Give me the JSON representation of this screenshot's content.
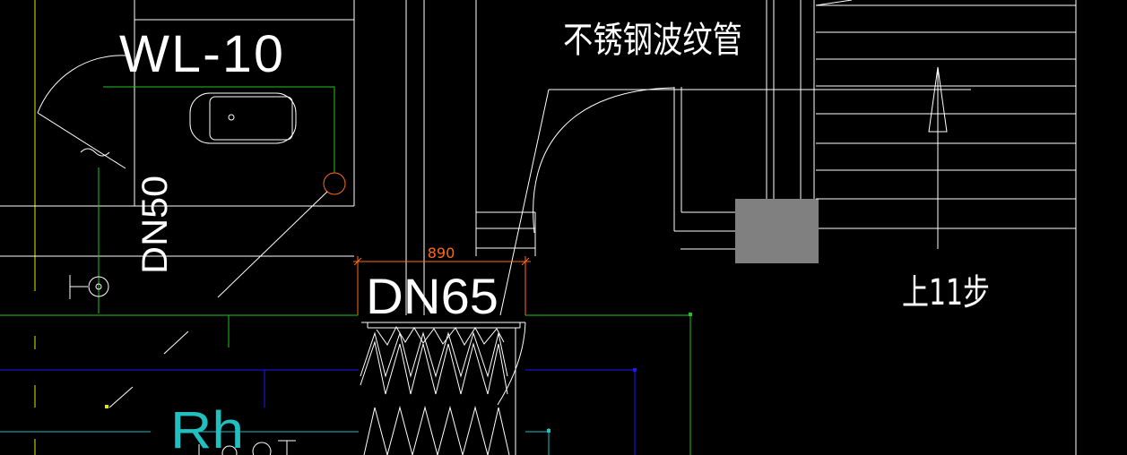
{
  "drawing": {
    "labels": {
      "pipe_tag": "WL-10",
      "pipe_size_vertical": "DN50",
      "pipe_size_main": "DN65",
      "hose_note": "不锈钢波纹管",
      "stair_note": "上11步",
      "room_code": "Rh",
      "dimension_value": "890"
    },
    "colors": {
      "background": "#000000",
      "linework": "#ffffff",
      "dim_orange": "#ff6a1a",
      "green": "#22c322",
      "blue": "#1a1aff",
      "cyan": "#20c0c0",
      "yellow": "#e6e600",
      "fixture_gray": "#808080"
    }
  }
}
